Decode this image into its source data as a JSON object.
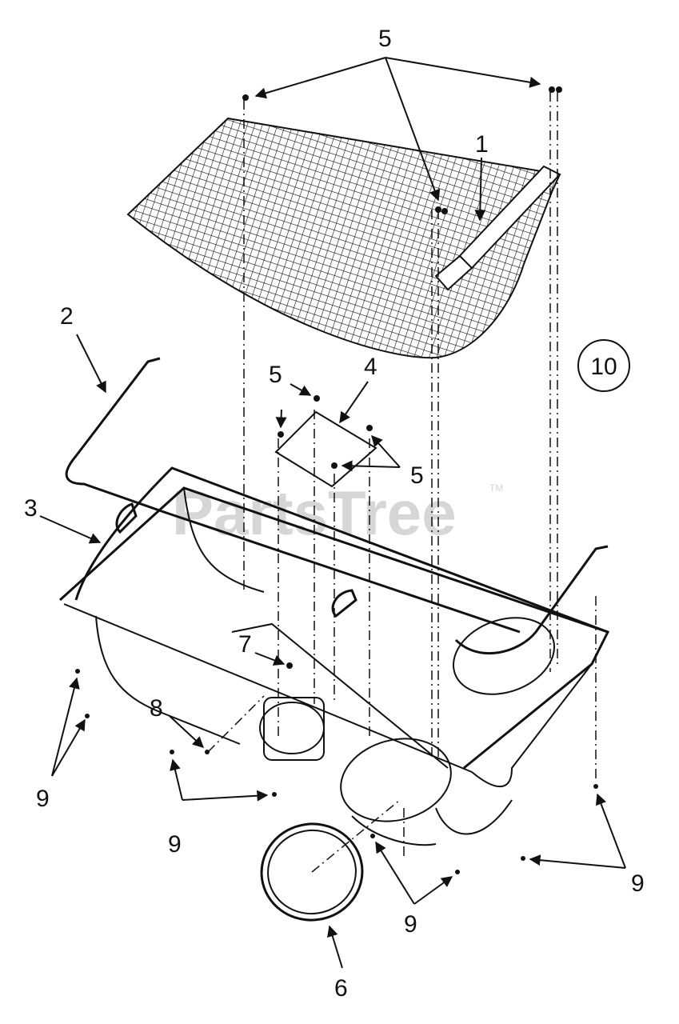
{
  "watermark": {
    "text": "PartsTree",
    "trademark": "TM"
  },
  "callouts": {
    "c1": "1",
    "c2": "2",
    "c3": "3",
    "c4": "4",
    "c5_top": "5",
    "c5_mid": "5",
    "c5_right": "5",
    "c6": "6",
    "c7": "7",
    "c8": "8",
    "c9_left": "9",
    "c9_center": "9",
    "c9_bottom": "9",
    "c9_right": "9",
    "c10": "10"
  }
}
